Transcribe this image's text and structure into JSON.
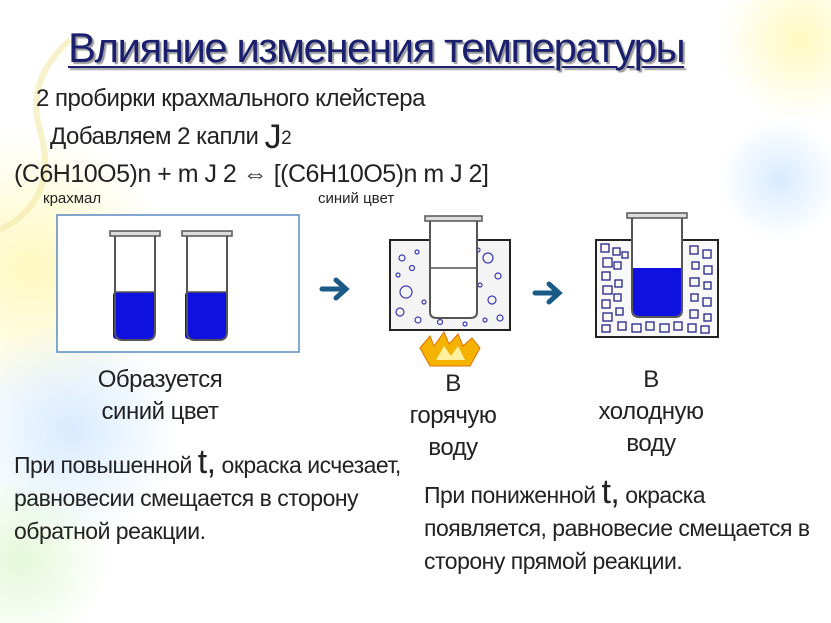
{
  "title": "Влияние изменения температуры",
  "line1": "2 пробирки крахмального клейстера",
  "line2": {
    "before": "Добавляем 2 капли",
    "symbol": "J",
    "sub": "2"
  },
  "equation": "(C6H10O5)n + m J 2 ⇔ [(C6H10O5)n m J 2]",
  "label_starch": "крахмал",
  "label_blue": "синий цвет",
  "caption_form": [
    "Образуется",
    "синий цвет"
  ],
  "caption_hot": [
    "В",
    "горячую",
    "воду"
  ],
  "caption_cold": [
    "В",
    "холодную",
    "воду"
  ],
  "para_high": {
    "bullet": "",
    "before": "При повышенной ",
    "symbol": "t,",
    "after": " окраска исчезает, равновесии смещается в сторону обратной реакции."
  },
  "para_low": {
    "bullet": " ",
    "before": "При пониженной ",
    "symbol": "t,",
    "after": " окраска появляется, равновесие смещается  в сторону прямой реакции."
  },
  "colors": {
    "title": "#1a1f6e",
    "solution": "#1010e0",
    "beaker_border": "#22228a",
    "flame": "#f5b300",
    "arrow": "#1a5a88"
  },
  "icons": [
    "arrow-right-icon",
    "flame-icon"
  ]
}
